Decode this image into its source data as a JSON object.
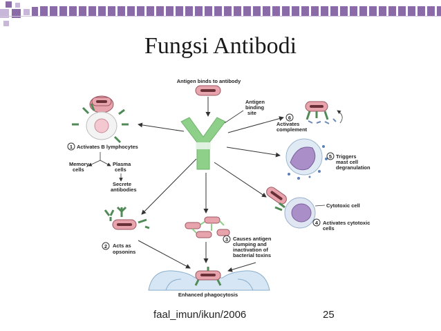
{
  "slide": {
    "title": "Fungsi Antibodi",
    "footer_left": "faal_imun/ikun/2006",
    "footer_right": "25"
  },
  "diagram": {
    "center_top_label": "Antigen binds to antibody",
    "antigen_site_label": [
      "Antigen",
      "binding",
      "site"
    ],
    "functions": [
      {
        "number": "1",
        "label": "Activates B lymphocytes"
      },
      {
        "number": "2",
        "label": [
          "Acts as",
          "opsonins"
        ]
      },
      {
        "number": "3",
        "label": [
          "Causes antigen",
          "clumping and",
          "inactivation of",
          "bacterial toxins"
        ]
      },
      {
        "number": "4",
        "label": [
          "Activates cytotoxic",
          "cells"
        ]
      },
      {
        "number": "5",
        "label": [
          "Triggers",
          "mast cell",
          "degranulation"
        ]
      },
      {
        "number": "6",
        "label": [
          "Activates",
          "complement"
        ]
      }
    ],
    "memory_cells": [
      "Memory",
      "cells"
    ],
    "plasma_cells": [
      "Plasma",
      "cells"
    ],
    "secrete_antibodies": [
      "Secrete",
      "antibodies"
    ],
    "cytotoxic_cell": "Cytotoxic cell",
    "enhanced_phagocytosis": "Enhanced phagocytosis"
  },
  "colors": {
    "accent": "#8b6aa8",
    "antibody_green": "#8ed08a",
    "antibody_dark": "#4f8a57",
    "bacteria_pink": "#e8a4ad"
  }
}
